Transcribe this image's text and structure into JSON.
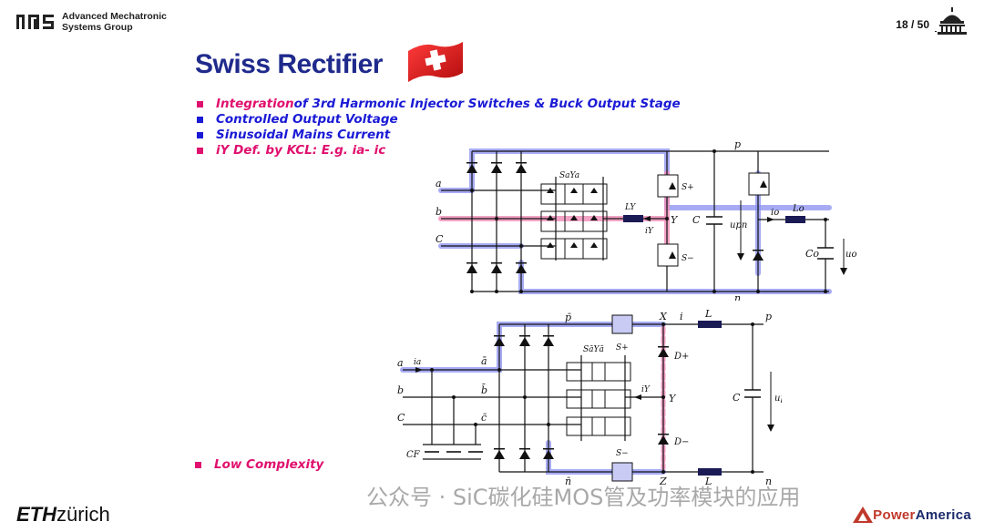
{
  "header": {
    "org_line1": "Advanced Mechatronic",
    "org_line2": "Systems Group",
    "page_indicator": "18 / 50"
  },
  "slide": {
    "title": "Swiss Rectifier",
    "bullets": [
      {
        "label_highlight": "Integration",
        "label_rest": " of 3rd Harmonic Injector Switches & Buck Output Stage"
      },
      {
        "label_highlight": "",
        "label_rest": "Controlled Output  Voltage"
      },
      {
        "label_highlight": "",
        "label_rest": "Sinusoidal Mains Current"
      },
      {
        "label_highlight": "",
        "label_rest": "iY Def. by KCL: E.g. ia- ic"
      }
    ],
    "bottom_bullet": "Low Complexity"
  },
  "circuit_top": {
    "labels": {
      "a": "a",
      "b": "b",
      "c": "C",
      "p": "p",
      "n": "n",
      "saya": "SaYa",
      "ly": "LY",
      "y": "Y",
      "iy": "iY",
      "splus": "S+",
      "sminus": "S−",
      "upn": "upn",
      "io": "io",
      "lo": "Lo",
      "co": "Co",
      "uo": "uo"
    }
  },
  "circuit_bottom": {
    "labels": {
      "a": "a",
      "b": "b",
      "c": "C",
      "ia": "ia",
      "abar": "ā",
      "bbar": "b̄",
      "cbar": "c̄",
      "pbar": "p̄",
      "nbar": "n̄",
      "x": "X",
      "z": "Z",
      "i": "i",
      "l_top": "L",
      "l_bot": "L",
      "p": "p",
      "n": "n",
      "saya": "SāYā",
      "splus": "S+",
      "sminus": "S−",
      "dplus": "D+",
      "dminus": "D−",
      "y": "Y",
      "iy": "iY",
      "upn": "upn",
      "cf": "CF"
    }
  },
  "footer": {
    "eth_bold": "ETH",
    "eth_rest": "zürich",
    "watermark": "公众号 · SiC碳化硅MOS管及功率模块的应用",
    "brand_1": "Power",
    "brand_2": "America"
  },
  "colors": {
    "title": "#1f2a8c",
    "bullet_blue": "#1a1ad6",
    "bullet_pink": "#e0106e",
    "highlight_blue": "#8a8ff0",
    "highlight_pink": "#f08cb8"
  }
}
